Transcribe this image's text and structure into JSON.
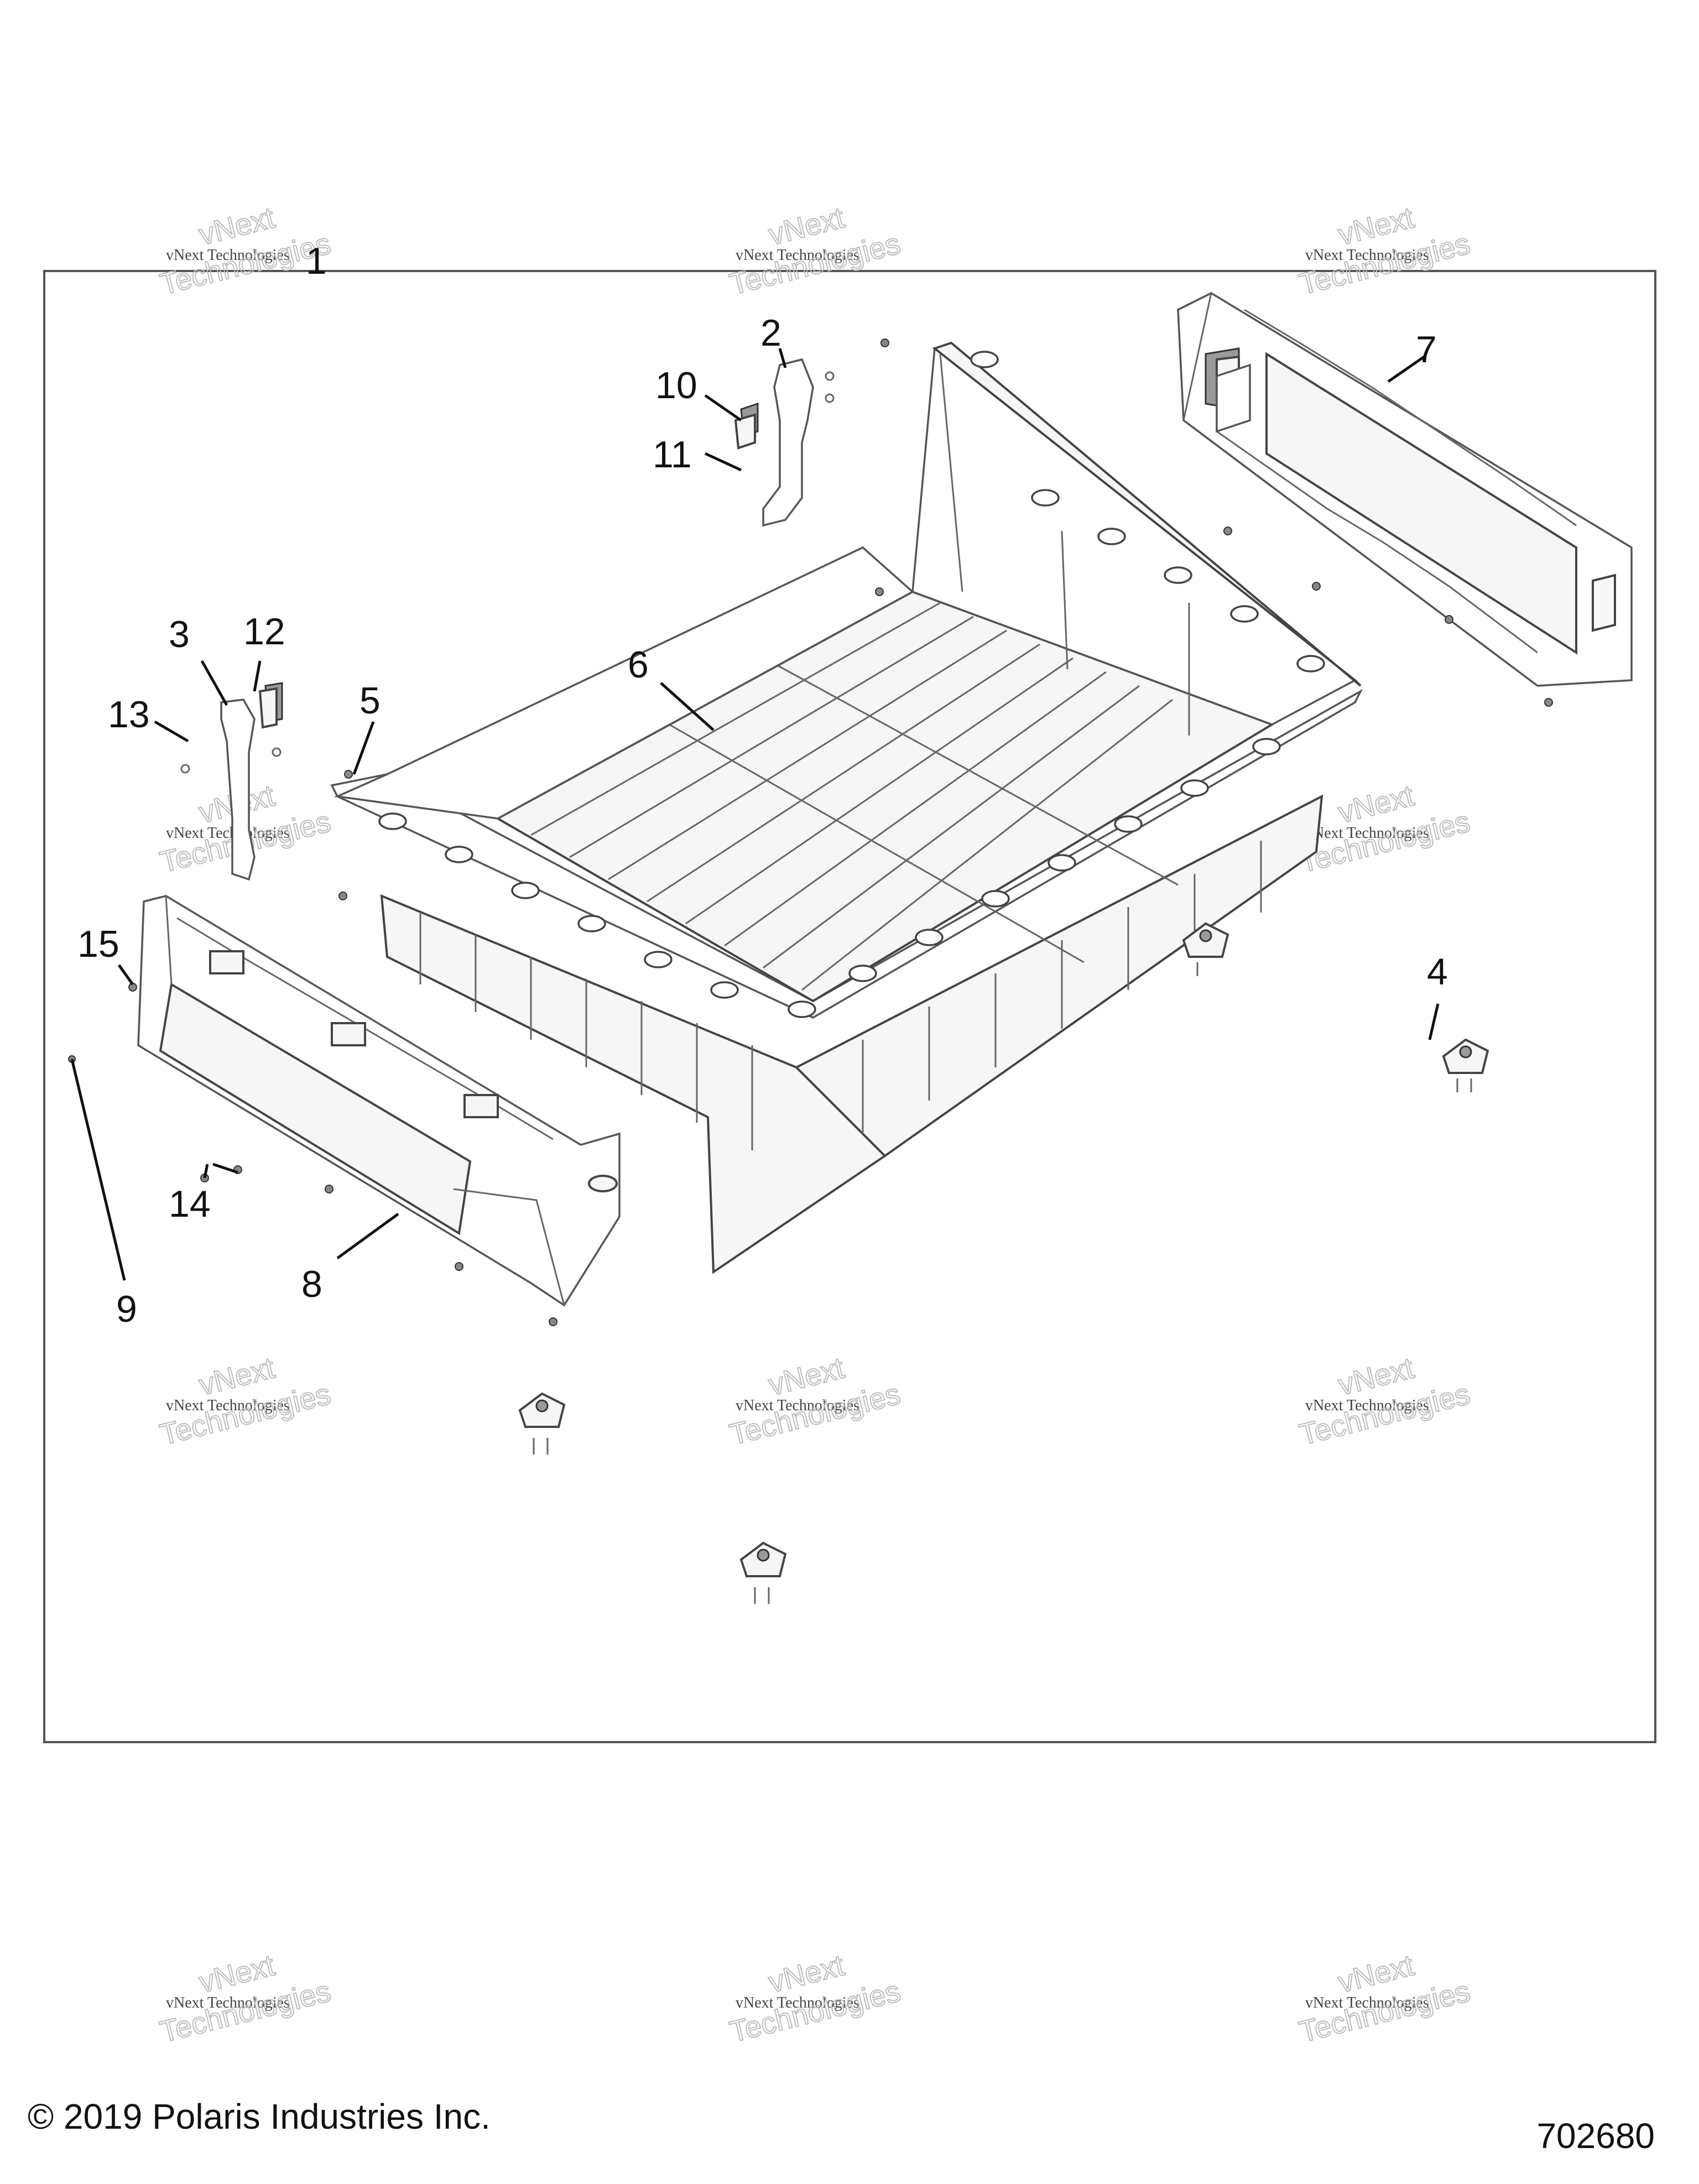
{
  "watermark": {
    "line1": "vNext Technologies",
    "line2": "vNext",
    "line3": "Technologies"
  },
  "callouts": {
    "c1": "1",
    "c2": "2",
    "c3": "3",
    "c4": "4",
    "c5": "5",
    "c6": "6",
    "c7": "7",
    "c8": "8",
    "c9": "9",
    "c10": "10",
    "c11": "11",
    "c12": "12",
    "c13": "13",
    "c14": "14",
    "c15": "15"
  },
  "footer": {
    "copyright": "© 2019 Polaris Industries Inc.",
    "figure_number": "702680"
  },
  "colors": {
    "line": "#444444",
    "frame": "#555555",
    "background": "#ffffff"
  }
}
